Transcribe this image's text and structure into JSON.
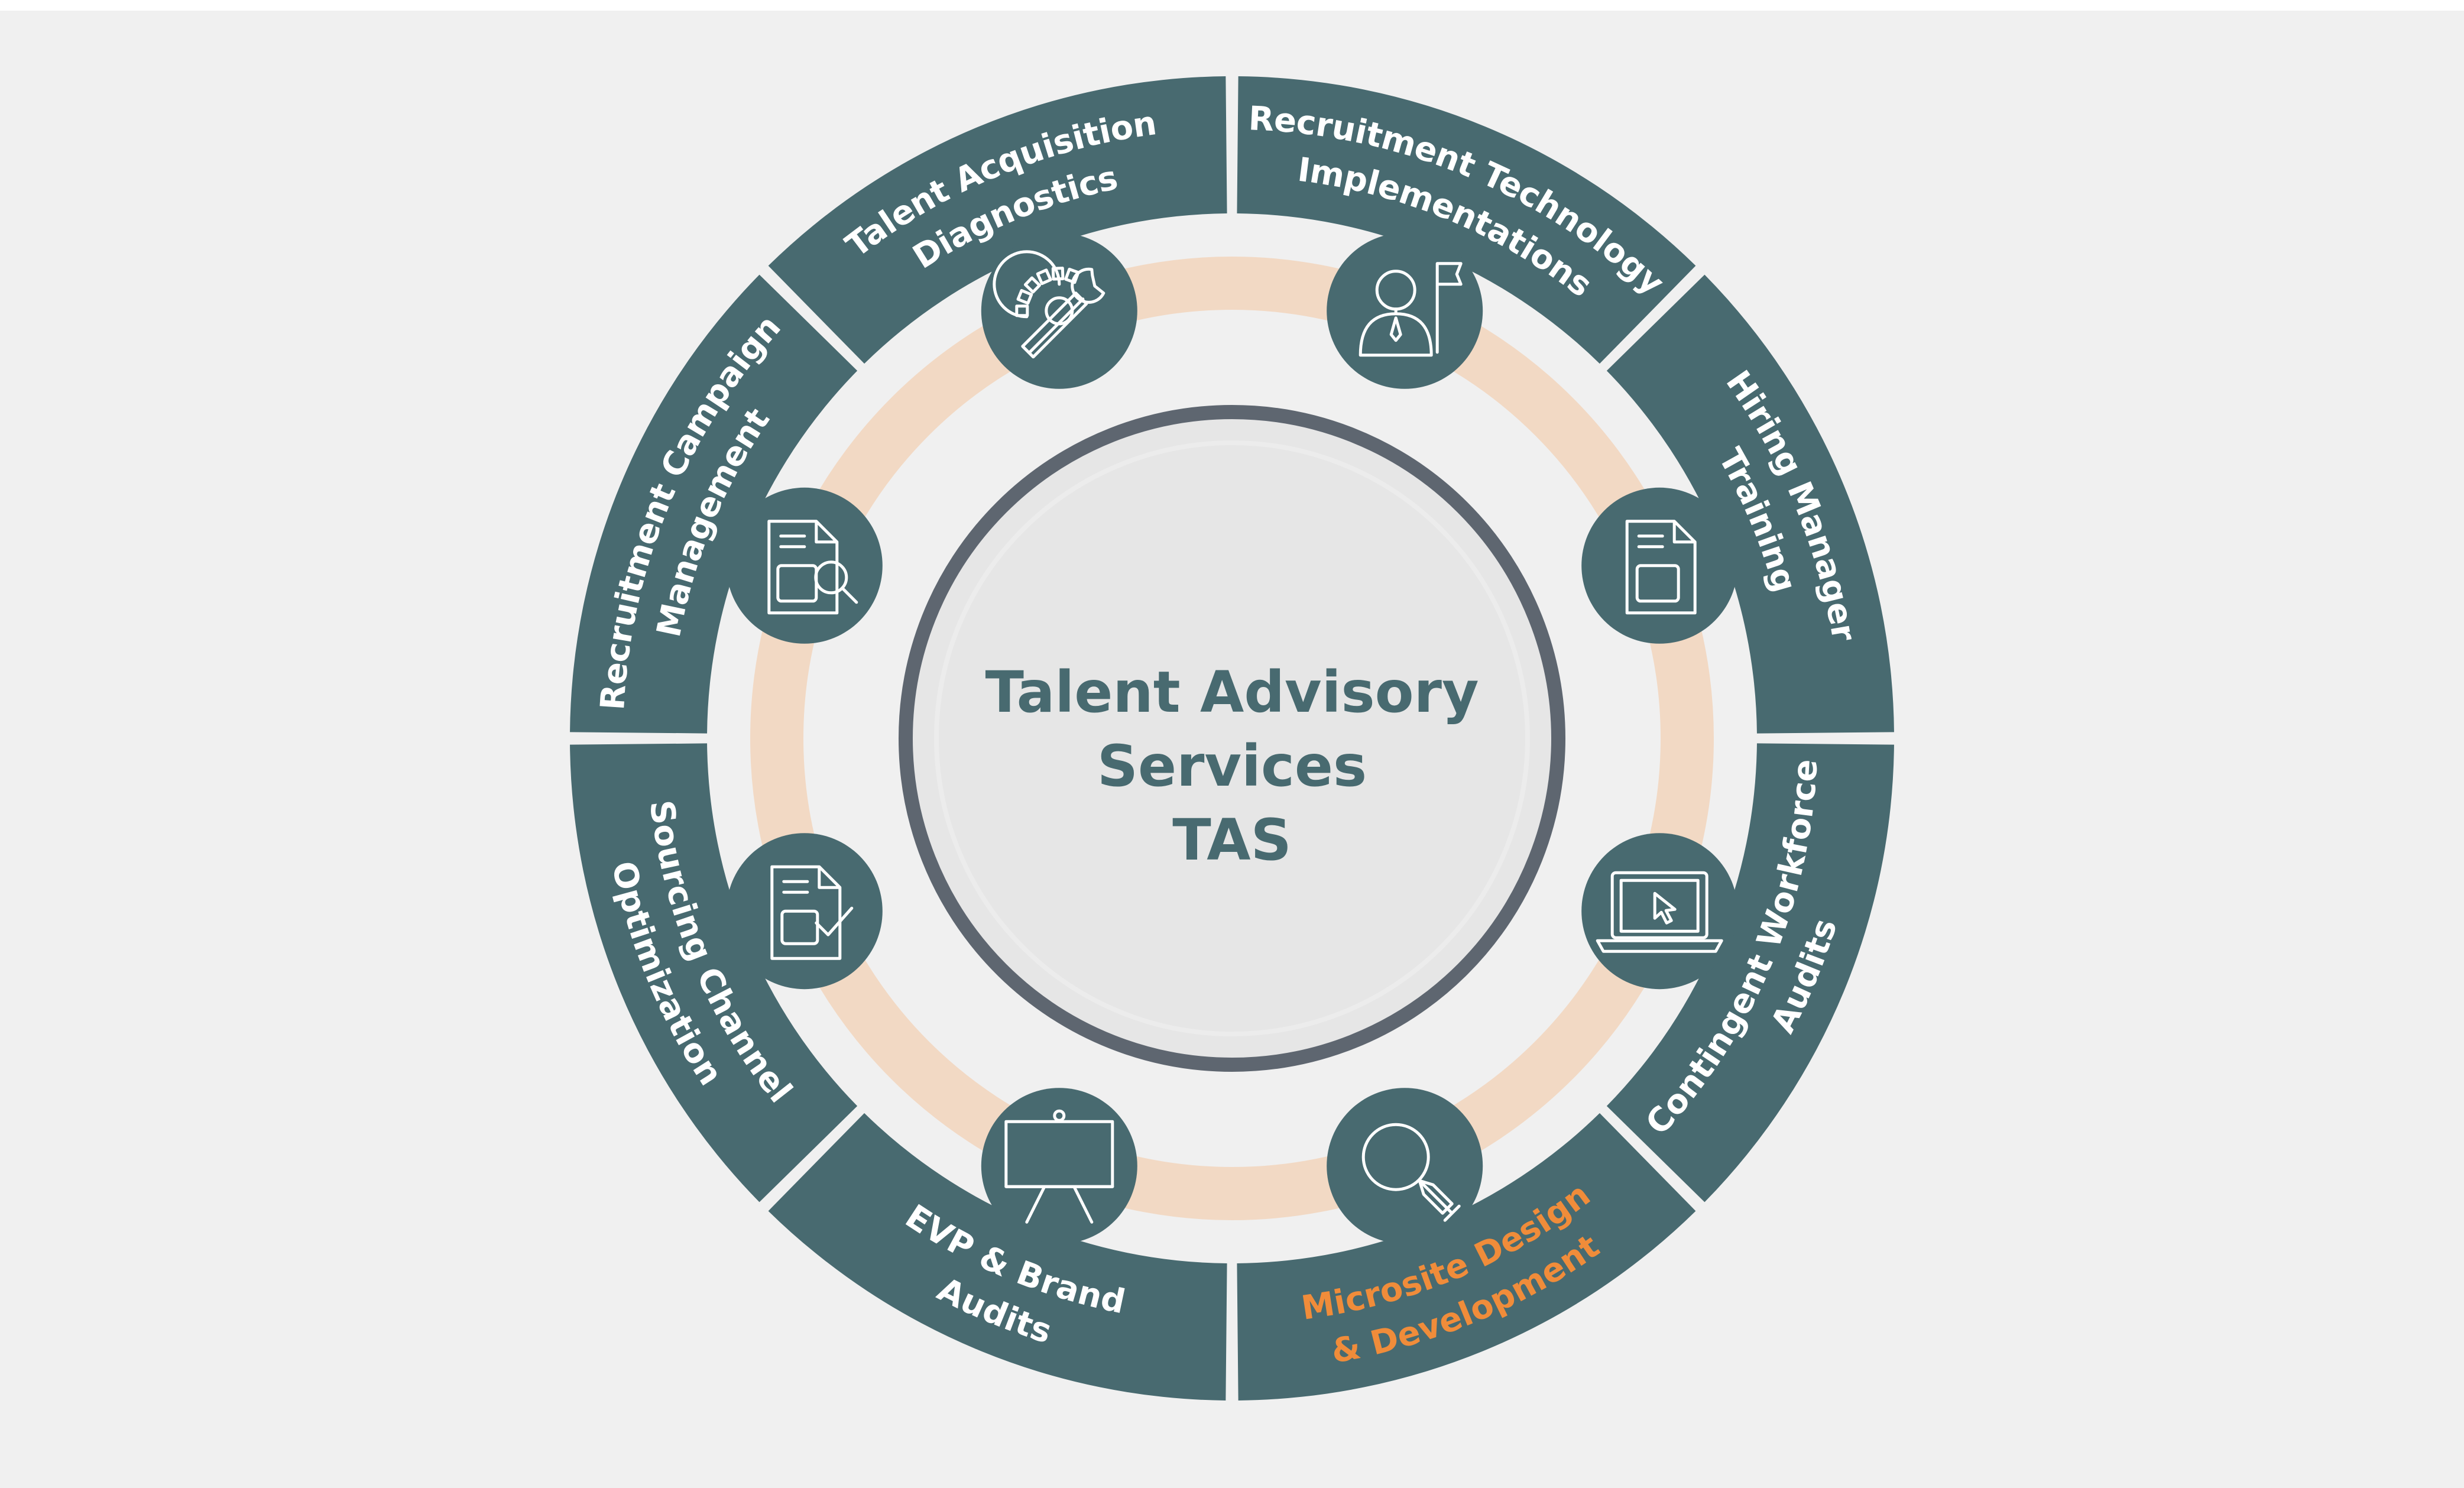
{
  "colors": {
    "background": "#f0f0f0",
    "segment": "#486a70",
    "segment_text": "#ffffff",
    "highlight_text": "#f08c3a",
    "peach_ring": "#f2d9c4",
    "center_ring": "#5e6670",
    "center_fill": "#e6e6e6",
    "center_text": "#486a70",
    "icon_circle": "#486a70"
  },
  "center": {
    "lines": [
      "Talent Advisory",
      "Services",
      "TAS"
    ]
  },
  "segments": [
    {
      "id": "recruitment-technology-implementations",
      "lines": [
        "Recruitment Technology",
        "Implementations"
      ],
      "highlight": false
    },
    {
      "id": "hiring-manager-training",
      "lines": [
        "Hiring Manager",
        "Training"
      ],
      "highlight": false
    },
    {
      "id": "contingent-workforce-audits",
      "lines": [
        "Contingent Workforce",
        "Audits"
      ],
      "highlight": false
    },
    {
      "id": "microsite-design-development",
      "lines": [
        "Microsite Design",
        "& Development"
      ],
      "highlight": true
    },
    {
      "id": "evp-brand-audits",
      "lines": [
        "EVP & Brand",
        "Audits"
      ],
      "highlight": false
    },
    {
      "id": "sourcing-channel-optimization",
      "lines": [
        "Sourcing Channel",
        "Optimization"
      ],
      "highlight": false
    },
    {
      "id": "recruitment-campaign-management",
      "lines": [
        "Recruitment Campaign",
        "Management"
      ],
      "highlight": false
    },
    {
      "id": "talent-acquisition-diagnostics",
      "lines": [
        "Talent Acquisition",
        "Diagnostics"
      ],
      "highlight": false
    }
  ],
  "icons": [
    {
      "name": "gear-wrench-icon"
    },
    {
      "name": "manager-flag-icon"
    },
    {
      "name": "document-icon"
    },
    {
      "name": "laptop-cursor-icon"
    },
    {
      "name": "magnifier-icon"
    },
    {
      "name": "presentation-board-icon"
    },
    {
      "name": "document-check-icon"
    },
    {
      "name": "document-search-icon"
    }
  ]
}
